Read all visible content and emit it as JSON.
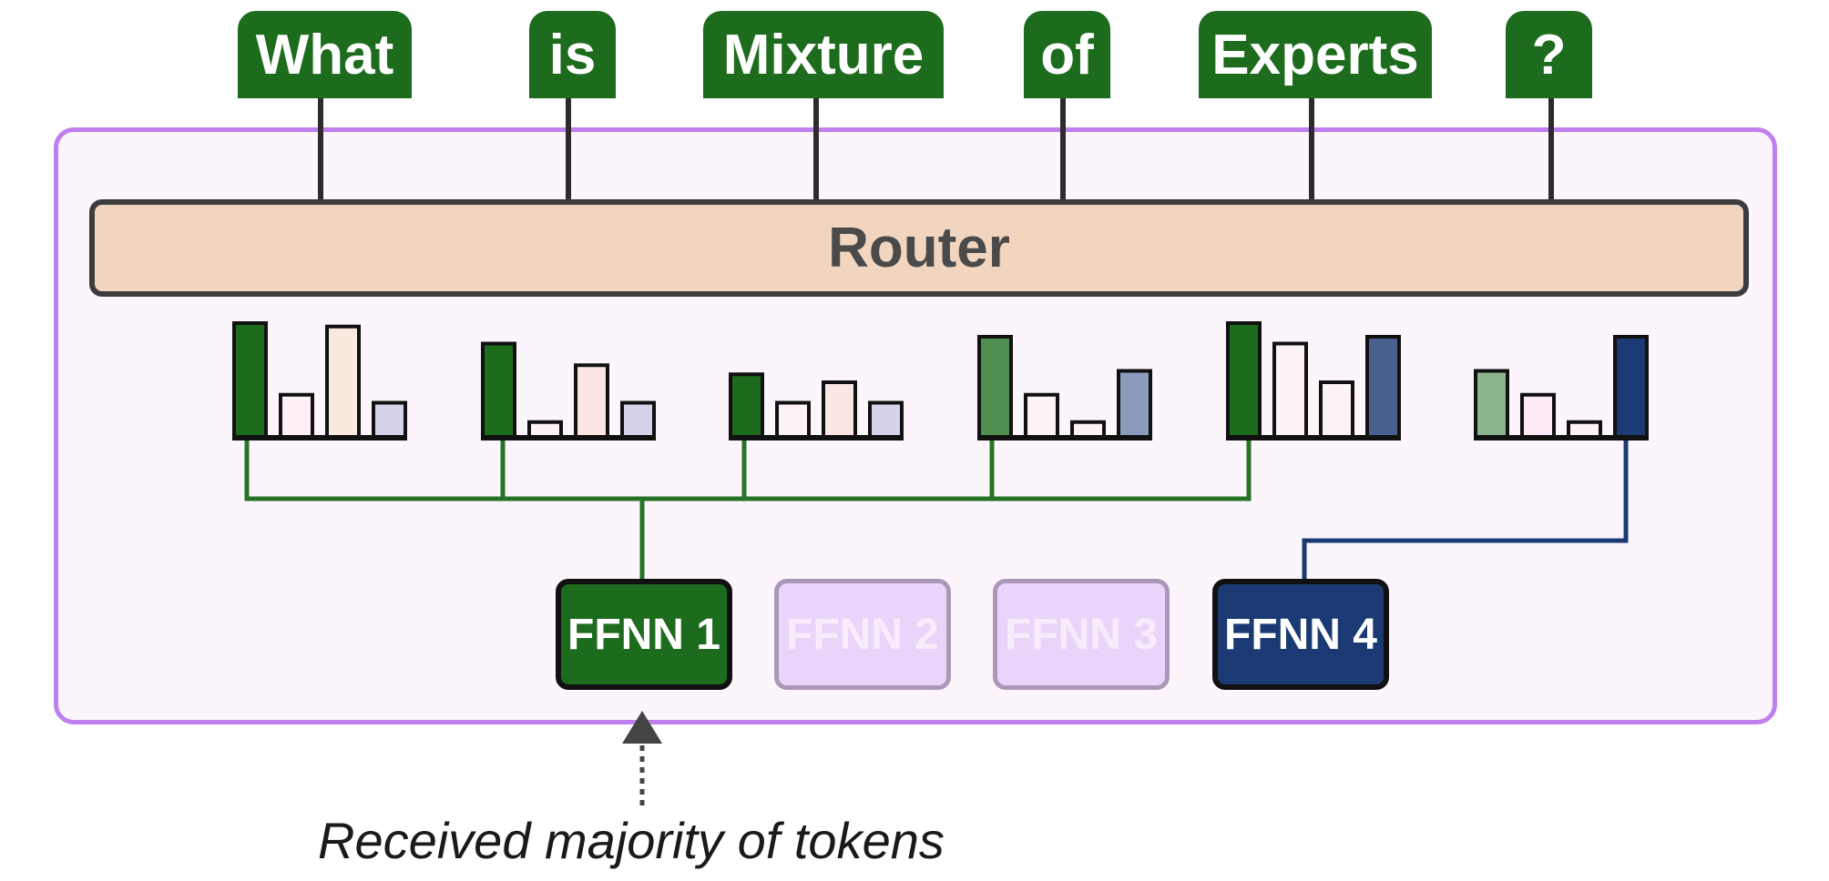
{
  "tokens": [
    "What",
    "is",
    "Mixture",
    "of",
    "Experts",
    "?"
  ],
  "router": {
    "label": "Router"
  },
  "experts": [
    {
      "label": "FFNN 1",
      "state": "selected"
    },
    {
      "label": "FFNN 2",
      "state": "inactive"
    },
    {
      "label": "FFNN 3",
      "state": "inactive"
    },
    {
      "label": "FFNN 4",
      "state": "selected"
    }
  ],
  "routing_probabilities": [
    {
      "token": "What",
      "values": [
        1.0,
        0.37,
        0.97,
        0.3
      ],
      "chosen_expert": 1
    },
    {
      "token": "is",
      "values": [
        0.82,
        0.13,
        0.63,
        0.3
      ],
      "chosen_expert": 1
    },
    {
      "token": "Mixture",
      "values": [
        0.55,
        0.3,
        0.48,
        0.3
      ],
      "chosen_expert": 1
    },
    {
      "token": "of",
      "values": [
        0.88,
        0.37,
        0.13,
        0.58
      ],
      "chosen_expert": 1
    },
    {
      "token": "Experts",
      "values": [
        1.0,
        0.82,
        0.48,
        0.88
      ],
      "chosen_expert": 1
    },
    {
      "token": "?",
      "values": [
        0.58,
        0.37,
        0.13,
        0.88
      ],
      "chosen_expert": 4
    }
  ],
  "caption": "Received majority of tokens",
  "colors": {
    "token_bg": "#1d6b1d",
    "frame_border": "#c07fee",
    "frame_bg": "#fcf5fc",
    "router_bg": "#f2d5be",
    "expert1": "#1d6b1d",
    "expert4": "#1b3a73",
    "expert_inactive": "#ead5fa",
    "route_green": "#267326",
    "route_blue": "#1b3a73"
  }
}
